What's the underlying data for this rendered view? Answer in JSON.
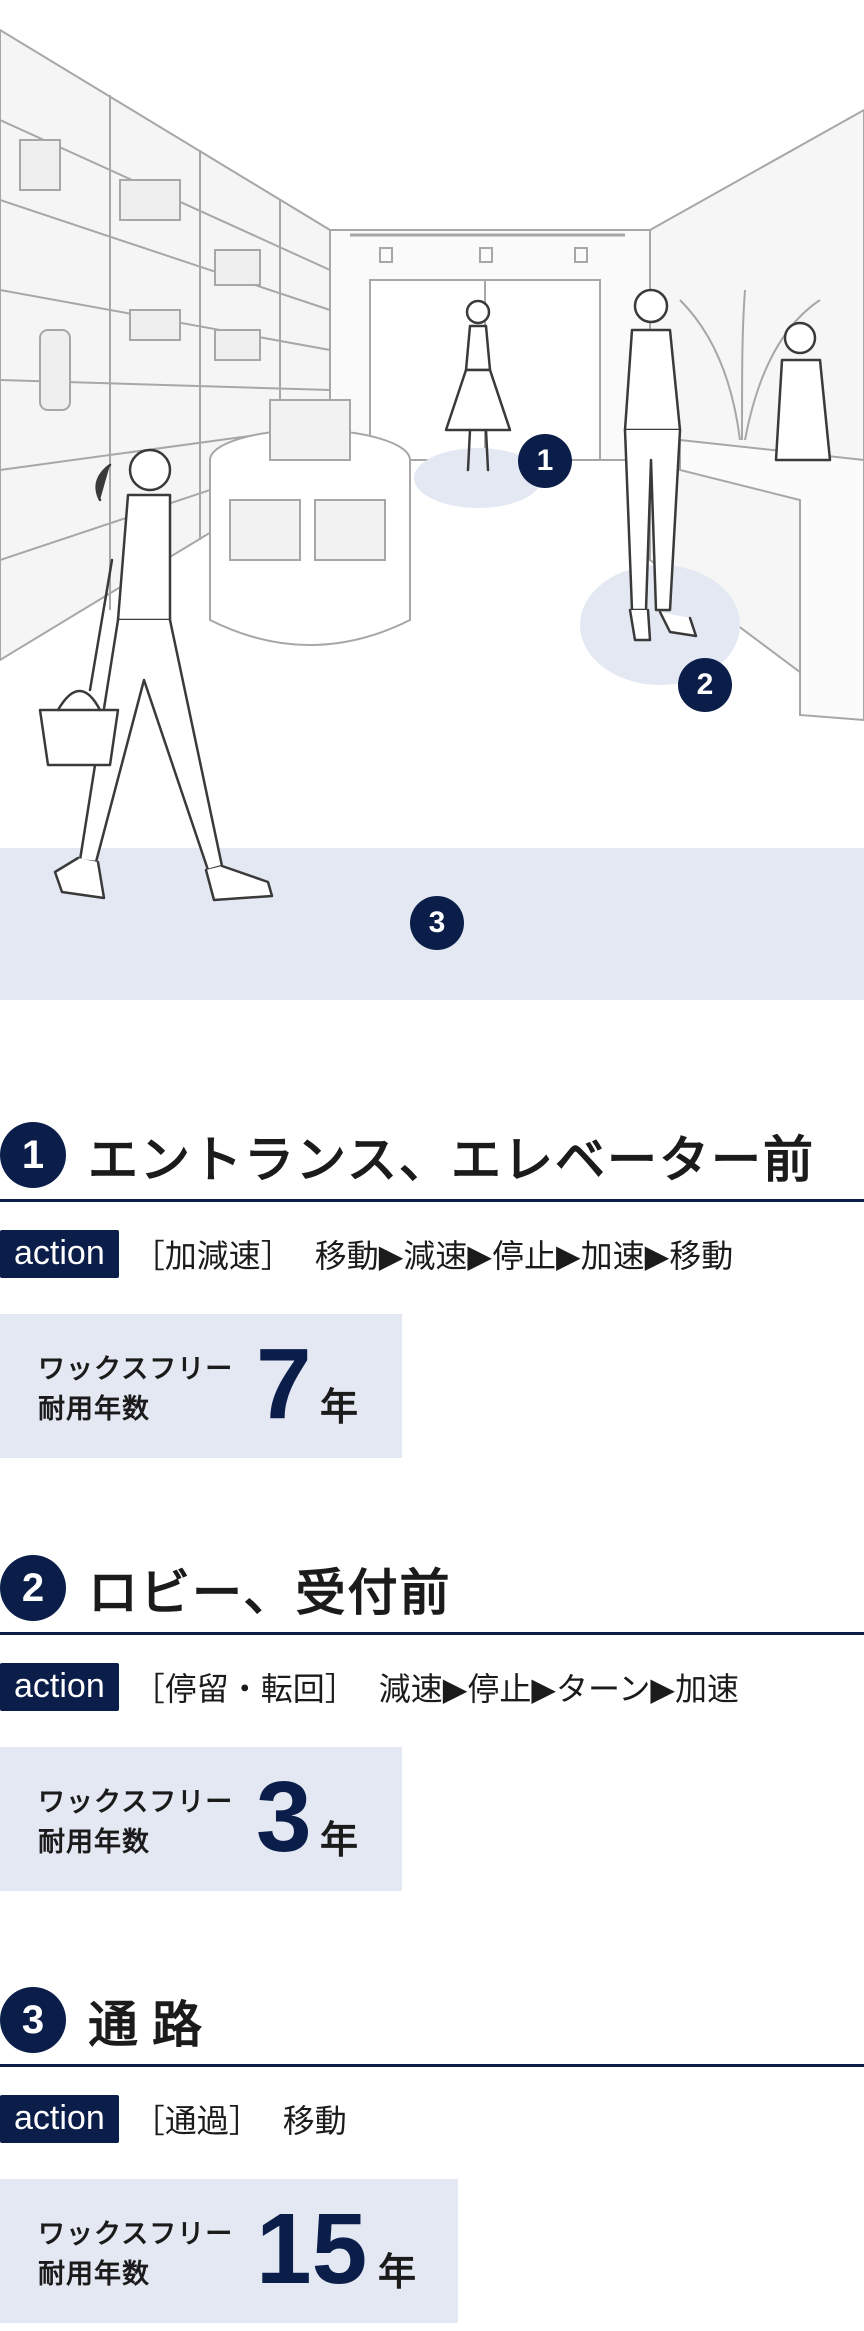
{
  "markers": {
    "m1": "1",
    "m2": "2",
    "m3": "3"
  },
  "sections": [
    {
      "num": "1",
      "title": "エントランス、エレベーター前",
      "action_badge": "action",
      "action_bracket": "［加減速］",
      "action_flow": "移動▶減速▶停止▶加速▶移動",
      "life_label_line1": "ワックスフリー",
      "life_label_line2": "耐用年数",
      "life_years": "7",
      "life_unit": "年"
    },
    {
      "num": "2",
      "title": "ロビー、受付前",
      "action_badge": "action",
      "action_bracket": "［停留・転回］",
      "action_flow": "減速▶停止▶ターン▶加速",
      "life_label_line1": "ワックスフリー",
      "life_label_line2": "耐用年数",
      "life_years": "3",
      "life_unit": "年"
    },
    {
      "num": "3",
      "title": "通路",
      "action_badge": "action",
      "action_bracket": "［通過］",
      "action_flow": "移動",
      "life_label_line1": "ワックスフリー",
      "life_label_line2": "耐用年数",
      "life_years": "15",
      "life_unit": "年"
    }
  ],
  "colors": {
    "accent": "#0b1e4a",
    "highlight": "#e3e8f3",
    "line_art": "#9a9a9a"
  }
}
